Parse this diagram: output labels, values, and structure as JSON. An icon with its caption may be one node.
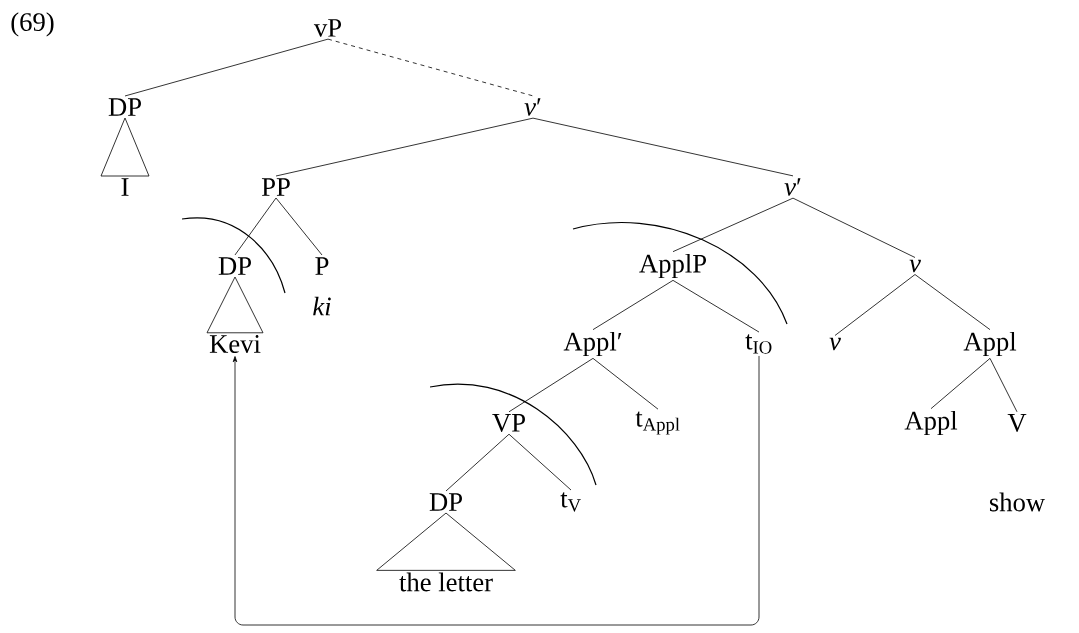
{
  "diagram": {
    "nodes": [
      {
        "text": [
          "vP"
        ]
      },
      {
        "text": [
          "DP"
        ]
      },
      {
        "text": [
          "I"
        ]
      },
      {
        "text": [
          "*v*′"
        ]
      },
      {
        "text": [
          "PP"
        ]
      },
      {
        "text": [
          "*v*′"
        ]
      },
      {
        "text": [
          "DP"
        ]
      },
      {
        "text": [
          "P"
        ],
        "beside": [
          "ki"
        ]
      },
      {
        "text": [
          "Kevi"
        ]
      },
      {
        "text": [
          "ApplP"
        ]
      },
      {
        "text": [
          "v"
        ]
      },
      {
        "text": [
          "Appl′"
        ]
      },
      {
        "text": [
          "t$_{IO}$"
        ]
      },
      {
        "text": [
          "v"
        ]
      },
      {
        "text": [
          "Appl"
        ]
      },
      {
        "text": [
          "VP"
        ]
      },
      {
        "text": [
          "t$_{Appl}$"
        ]
      },
      {
        "text": [
          "Appl"
        ]
      },
      {
        "text": [
          "V"
        ],
        "beside": [
          "show"
        ]
      },
      {
        "text": [
          "DP"
        ]
      },
      {
        "text": [
          "t$_{V}$"
        ]
      },
      {
        "text": [
          "the letter"
        ]
      }
    ],
    "edges": [
      {
        "from": 0,
        "to": 1,
        "arrow": "none"
      },
      {
        "from": 0,
        "to": 3,
        "arrow": "none",
        "style": "dashed"
      },
      {
        "from": 1,
        "to": 2,
        "arrow": "none"
      },
      {
        "from": 3,
        "to": 4,
        "arrow": "none"
      },
      {
        "from": 3,
        "to": 5,
        "arrow": "none"
      },
      {
        "from": 4,
        "to": 6,
        "arrow": "none"
      },
      {
        "from": 4,
        "to": 7,
        "arrow": "none"
      },
      {
        "from": 6,
        "to": 8,
        "arrow": "none"
      },
      {
        "from": 5,
        "to": 9,
        "arrow": "none"
      },
      {
        "from": 5,
        "to": 10,
        "arrow": "none"
      },
      {
        "from": 9,
        "to": 11,
        "arrow": "none"
      },
      {
        "from": 9,
        "to": 12,
        "arrow": "none"
      },
      {
        "from": 10,
        "to": 13,
        "arrow": "none"
      },
      {
        "from": 10,
        "to": 14,
        "arrow": "none"
      },
      {
        "from": 11,
        "to": 15,
        "arrow": "none"
      },
      {
        "from": 11,
        "to": 16,
        "arrow": "none"
      },
      {
        "from": 14,
        "to": 17,
        "arrow": "none"
      },
      {
        "from": 14,
        "to": 18,
        "arrow": "none"
      },
      {
        "from": 15,
        "to": 19,
        "arrow": "none"
      },
      {
        "from": 15,
        "to": 20,
        "arrow": "none"
      },
      {
        "from": 19,
        "to": 21,
        "arrow": "none"
      },
      {
        "from": 12,
        "to": 8,
        "arrow": "to"
      }
    ],
    "labels": [
      "(69)"
    ]
  }
}
